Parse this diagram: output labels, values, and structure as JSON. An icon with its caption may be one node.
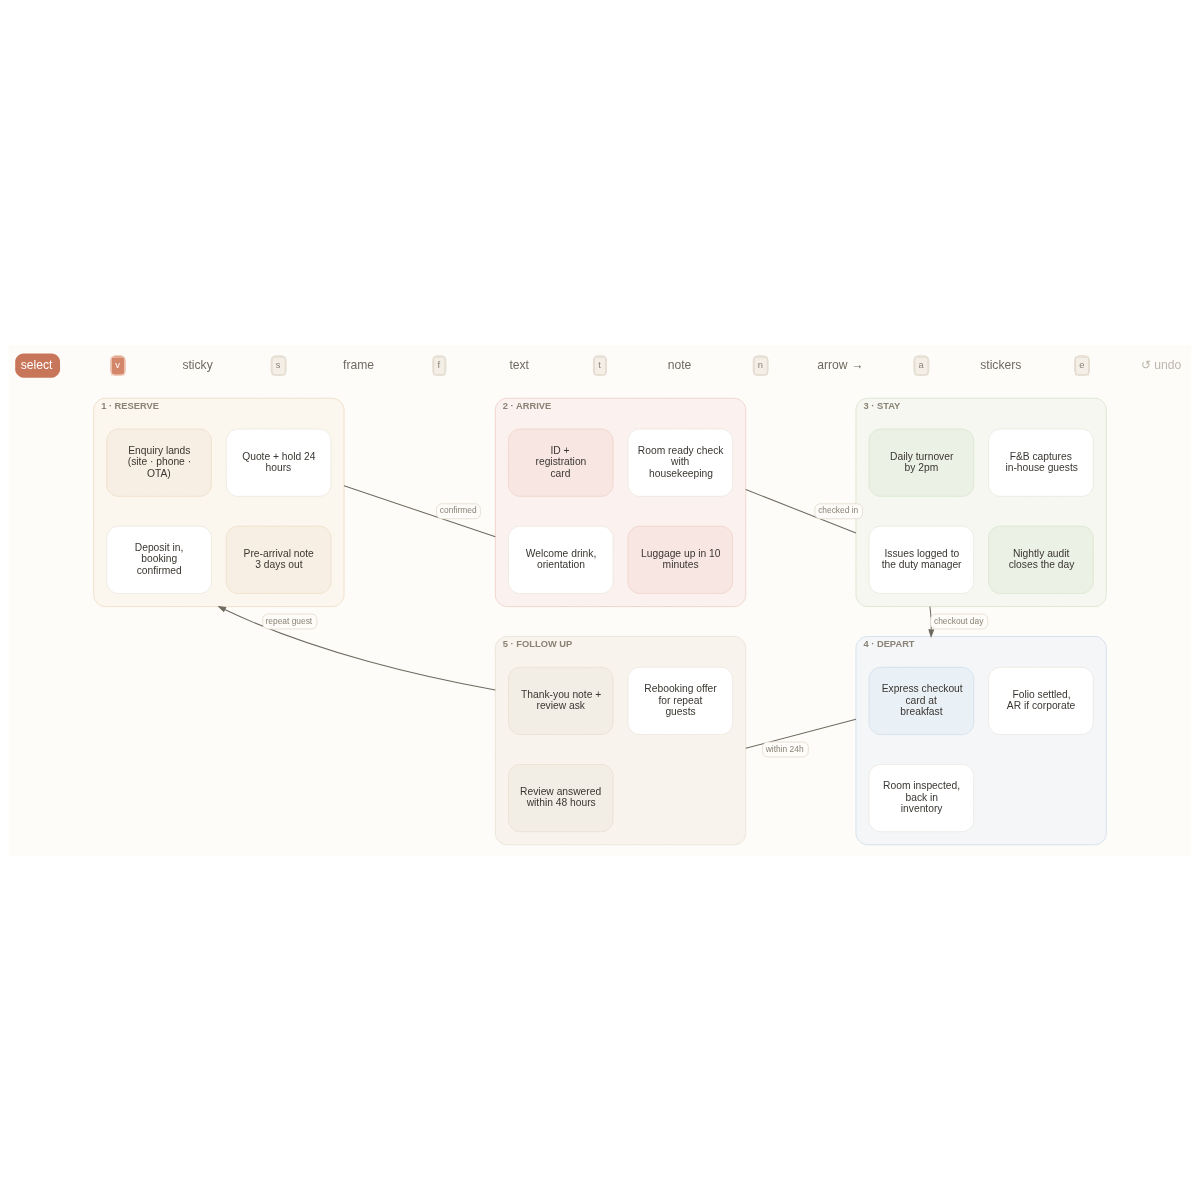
{
  "diagram": {
    "nodes": [
      {
        "text": [
          "1 · RESERVE"
        ]
      },
      {
        "text": [
          "Enquiry lands (site · phone · OTA)"
        ],
        "in": 0
      },
      {
        "text": [
          "Quote + hold 24 hours"
        ],
        "in": 0
      },
      {
        "text": [
          "Deposit in, booking confirmed"
        ],
        "in": 0
      },
      {
        "text": [
          "Pre-arrival note 3 days out"
        ],
        "in": 0
      },
      {
        "text": [
          "2 · ARRIVE"
        ]
      },
      {
        "text": [
          "ID + registration card"
        ],
        "in": 5
      },
      {
        "text": [
          "Room ready check with housekeeping"
        ],
        "in": 5
      },
      {
        "text": [
          "Welcome drink, orientation"
        ],
        "in": 5
      },
      {
        "text": [
          "Luggage up in 10 minutes"
        ],
        "in": 5
      },
      {
        "text": [
          "3 · STAY"
        ]
      },
      {
        "text": [
          "Daily turnover by 2pm"
        ],
        "in": 10
      },
      {
        "text": [
          "F&B captures in-house guests"
        ],
        "in": 10
      },
      {
        "text": [
          "Issues logged to the duty manager"
        ],
        "in": 10
      },
      {
        "text": [
          "Nightly audit closes the day"
        ],
        "in": 10
      },
      {
        "text": [
          "5 · FOLLOW UP"
        ]
      },
      {
        "text": [
          "Thank-you note + review ask"
        ],
        "in": 15
      },
      {
        "text": [
          "Rebooking offer for repeat guests"
        ],
        "in": 15
      },
      {
        "text": [
          "Review answered within 48 hours"
        ],
        "in": 15
      },
      {
        "text": [
          "4 · DEPART"
        ]
      },
      {
        "text": [
          "Express checkout card at breakfast"
        ],
        "in": 19
      },
      {
        "text": [
          "Folio settled, AR if corporate"
        ],
        "in": 19
      },
      {
        "text": [
          "Room inspected, back in inventory"
        ],
        "in": 19
      }
    ],
    "edges": [
      {
        "from": 0,
        "to": 5,
        "arrow": "none",
        "label": "confirmed"
      },
      {
        "from": 5,
        "to": 10,
        "arrow": "none",
        "label": "checked in"
      },
      {
        "from": 10,
        "to": 19,
        "arrow": "to",
        "label": "checkout day"
      },
      {
        "from": 19,
        "to": 15,
        "arrow": "none",
        "label": "within 24h"
      },
      {
        "from": 15,
        "to": 0,
        "arrow": "to",
        "label": "repeat guest"
      }
    ],
    "labels": [
      "select",
      "v",
      "sticky",
      "s",
      "frame",
      "f",
      "text",
      "t",
      "note",
      "n",
      "arrow →",
      "a",
      "stickers",
      "e",
      "↺ undo"
    ]
  }
}
